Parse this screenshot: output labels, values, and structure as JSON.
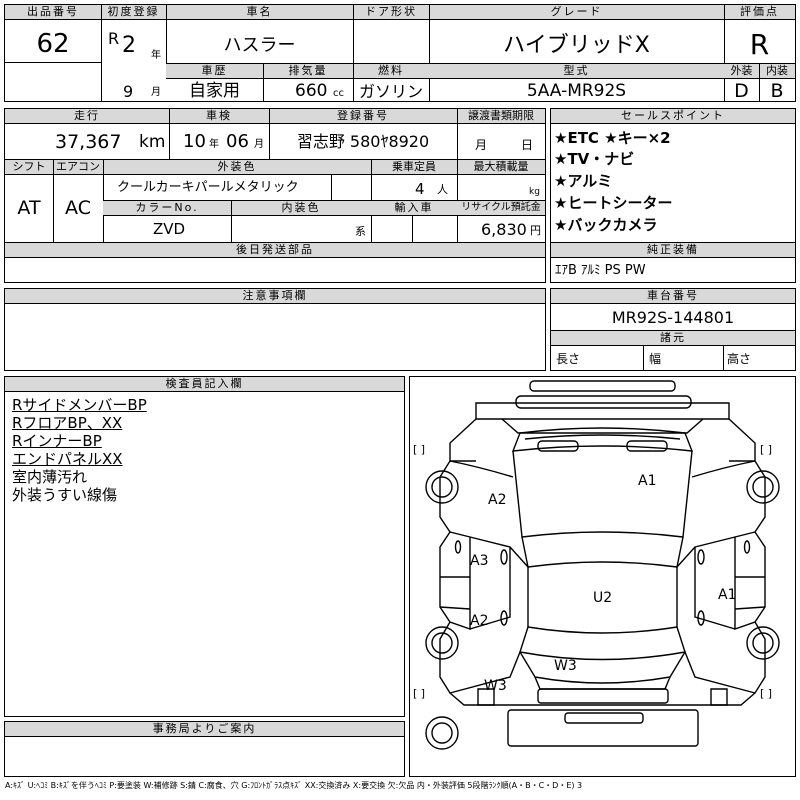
{
  "labels": {
    "lot_no": "出品番号",
    "first_reg": "初度登録",
    "car_name": "車名",
    "door_type": "ドア形状",
    "grade": "グレード",
    "score": "評価点",
    "history": "車歴",
    "displacement": "排気量",
    "fuel": "燃料",
    "model_type": "型式",
    "exterior": "外装",
    "interior": "内装",
    "mileage": "走行",
    "inspection": "車検",
    "reg_no": "登録番号",
    "transfer_doc": "譲渡書類期限",
    "shift": "シフト",
    "aircon": "エアコン",
    "ext_color": "外装色",
    "capacity": "乗車定員",
    "max_load": "最大積載量",
    "color_no": "カラーNo.",
    "int_color": "内装色",
    "import": "輸入車",
    "recycle": "リサイクル預託金",
    "later_parts": "後日発送部品",
    "notes": "注意事項欄",
    "sales_points": "セールスポイント",
    "options": "純正装備",
    "chassis": "車台番号",
    "specs": "諸元",
    "inspector": "検査員記入欄",
    "office": "事務局よりご案内"
  },
  "vehicle": {
    "lot_no": "62",
    "era": "R",
    "year": "2",
    "year_unit": "年",
    "month": "9",
    "month_unit": "月",
    "name": "ハスラー",
    "grade": "ハイブリッドX",
    "score": "R",
    "history": "自家用",
    "displacement": "660",
    "displacement_unit": "cc",
    "fuel": "ガソリン",
    "model_type": "5AA-MR92S",
    "exterior_grade": "D",
    "interior_grade": "B",
    "mileage": "37,367",
    "mileage_unit": "km",
    "inspection_year": "10",
    "inspection_year_unit": "年",
    "inspection_month": "06",
    "inspection_month_unit": "月",
    "reg_no": "習志野 580ﾔ8920",
    "transfer_month": "月",
    "transfer_day": "日",
    "shift": "AT",
    "aircon": "AC",
    "ext_color": "クールカーキパールメタリック",
    "capacity": "4",
    "capacity_unit": "人",
    "load_unit": "kg",
    "color_no": "ZVD",
    "int_color_unit": "系",
    "recycle": "6,830",
    "recycle_unit": "円",
    "chassis_no": "MR92S-144801",
    "spec_length": "長さ",
    "spec_width": "幅",
    "spec_height": "高さ"
  },
  "sales_points": [
    "★ETC ★キー×2",
    "★TV・ナビ",
    "★アルミ",
    "★ヒートシーター",
    "★バックカメラ"
  ],
  "options": "ｴｱB ｱﾙﾐ PS PW",
  "inspector_notes": [
    "RサイドメンバーBP",
    "RフロアBP、XX",
    "RインナーBP",
    "エンドパネルXX",
    "室内薄汚れ",
    "外装うすい線傷"
  ],
  "damage_marks": [
    "A1",
    "A2",
    "A3",
    "A2",
    "U2",
    "A1",
    "W3",
    "W3"
  ],
  "bracket": "[ ]",
  "legend": "A:ｷｽﾞ U:ﾍｺﾐ B:ｷｽﾞを伴うﾍｺﾐ P:要塗装 W:補修跡 S:錆 C:腐食、穴 G:ﾌﾛﾝﾄｶﾞﾗｽ点ｷｽﾞ XX:交換済み X:要交換 欠:欠品 内・外装評価 5段階ﾗﾝｸ順(A・B・C・D・E) 3"
}
